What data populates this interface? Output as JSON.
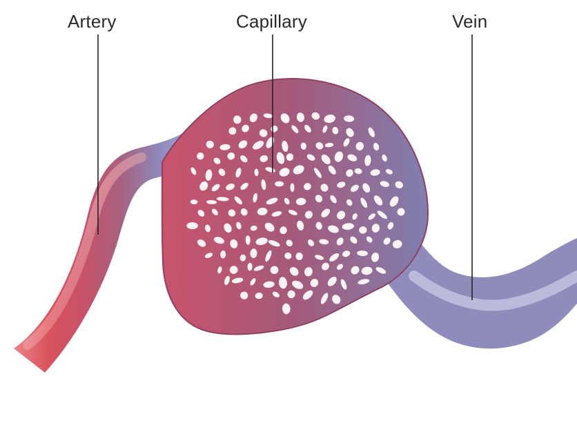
{
  "labels": {
    "artery": "Artery",
    "capillary": "Capillary",
    "vein": "Vein"
  },
  "colors": {
    "artery": "#d9525c",
    "artery_dark": "#b8374a",
    "capillary_mesh": "#a8506e",
    "vein": "#8a86b6",
    "vein_light": "#b8b6d8",
    "leader_line": "#222222"
  }
}
